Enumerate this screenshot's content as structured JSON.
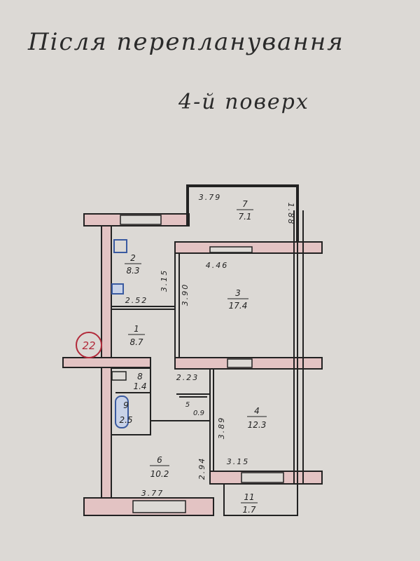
{
  "title": "Після перепланування",
  "subtitle": "4-й поверх",
  "apartment_number": "22",
  "rooms": {
    "r1": {
      "num": "1",
      "area": "8.7"
    },
    "r2": {
      "num": "2",
      "area": "8.3"
    },
    "r3": {
      "num": "3",
      "area": "17.4"
    },
    "r4": {
      "num": "4",
      "area": "12.3"
    },
    "r5": {
      "num": "5",
      "area": "0.9"
    },
    "r6": {
      "num": "6",
      "area": "10.2"
    },
    "r7": {
      "num": "7",
      "area": "7.1"
    },
    "r8": {
      "num": "8",
      "area": "1.4"
    },
    "r9": {
      "num": "9",
      "area": "2.5"
    },
    "r11": {
      "num": "11",
      "area": "1.7"
    }
  },
  "dimensions": {
    "d1": "3.79",
    "d2": "1.88",
    "d3": "4.46",
    "d4": "3.90",
    "d5": "3.15",
    "d6": "2.52",
    "d7": "2.23",
    "d8": "3.89",
    "d9": "3.15",
    "d10": "2.94",
    "d11": "3.77"
  },
  "colors": {
    "wall": "#e3c3c3",
    "marker": "#b22a3a",
    "fixture": "#3a5aa0"
  }
}
